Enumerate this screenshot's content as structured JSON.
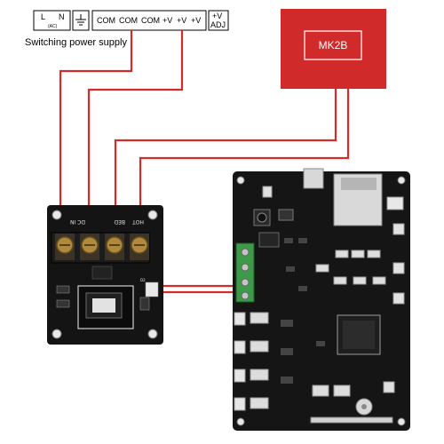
{
  "power_supply": {
    "terminals": [
      {
        "label": "L",
        "sub": "N",
        "note": "(AC)"
      },
      {
        "label": "⏚",
        "sub": "",
        "note": ""
      },
      {
        "label": "COM",
        "sub": "",
        "note": ""
      },
      {
        "label": "COM",
        "sub": "",
        "note": ""
      },
      {
        "label": "COM",
        "sub": "",
        "note": ""
      },
      {
        "label": "+V",
        "sub": "",
        "note": ""
      },
      {
        "label": "+V",
        "sub": "",
        "note": ""
      },
      {
        "label": "+V",
        "sub": "",
        "note": ""
      },
      {
        "label": "+V",
        "sub": "ADJ",
        "note": ""
      }
    ],
    "caption": "Switching power supply"
  },
  "heated_bed": {
    "label": "MK2B",
    "color": "#d12a2a"
  },
  "mosfet_module": {
    "silk_dc_in": "DC IN",
    "silk_bed": "BED",
    "silk_hot": "HOT",
    "silk_d2": "D2"
  },
  "wire_color": "#d42b2b"
}
